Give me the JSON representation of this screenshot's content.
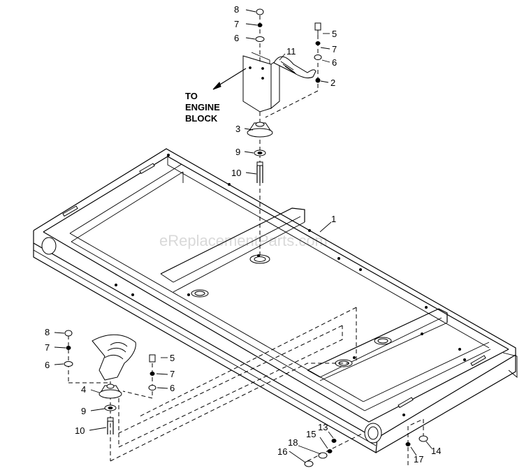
{
  "watermark": "eReplacementParts.com",
  "note": {
    "line1": "TO",
    "line2": "ENGINE",
    "line3": "BLOCK"
  },
  "callouts": {
    "top_8": "8",
    "top_7a": "7",
    "top_6a": "6",
    "top_5": "5",
    "top_7b": "7",
    "top_6b": "6",
    "top_2": "2",
    "top_11": "11",
    "top_3": "3",
    "top_9": "9",
    "top_10": "10",
    "frame_1": "1",
    "bl_8": "8",
    "bl_7a": "7",
    "bl_6a": "6",
    "bl_5": "5",
    "bl_7b": "7",
    "bl_6b": "6",
    "bl_4": "4",
    "bl_9": "9",
    "bl_10": "10",
    "b_13": "13",
    "b_15": "15",
    "b_18": "18",
    "b_16": "16",
    "b_17": "17",
    "b_14": "14"
  }
}
